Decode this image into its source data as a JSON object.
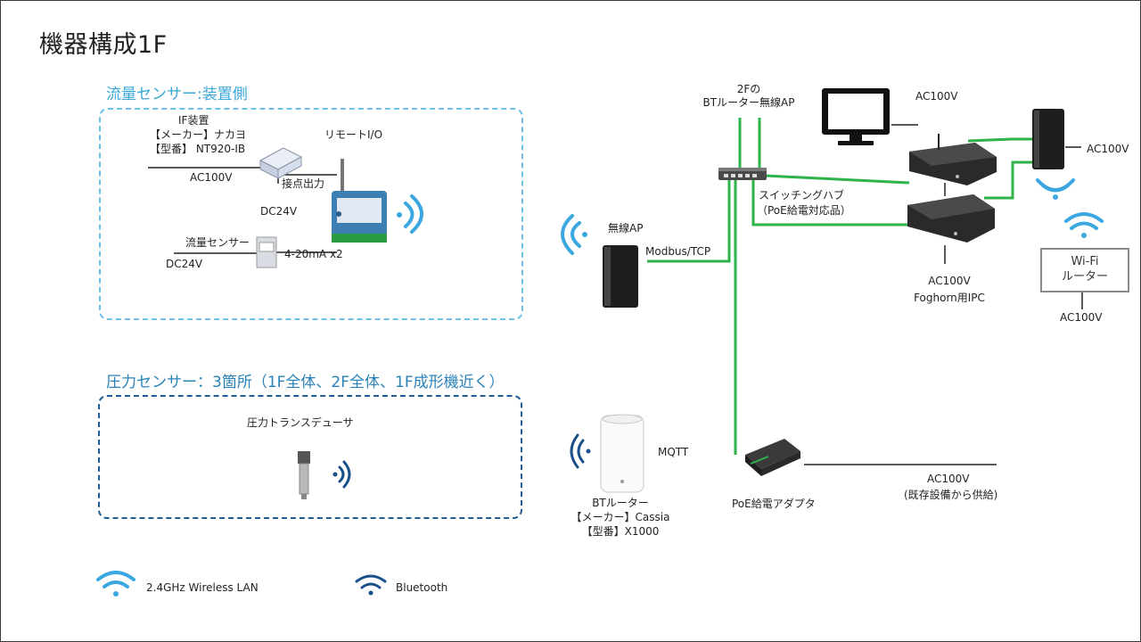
{
  "title": "機器構成1F",
  "section_flow": {
    "heading": "流量センサー:装置側",
    "if_device_title": "IF装置",
    "if_device_maker": "【メーカー】ナカヨ",
    "if_device_model": "【型番】 NT920-IB",
    "ac100v": "AC100V",
    "contact_output": "接点出力",
    "remote_io": "リモートI/O",
    "dc24v_top": "DC24V",
    "flow_sensor": "流量センサー",
    "current_signal": "4-20mA x2",
    "dc24v_bottom": "DC24V"
  },
  "section_pressure": {
    "heading": "圧力センサー：3箇所（1F全体、2F全体、1F成形機近く）",
    "transducer": "圧力トランスデューサ"
  },
  "network": {
    "bt_router_ap_line1": "2Fの",
    "bt_router_ap_line2": "BTルーター無線AP",
    "switching_hub_line1": "スイッチングハブ",
    "switching_hub_line2": "（PoE給電対応品）",
    "wireless_ap": "無線AP",
    "modbus": "Modbus/TCP",
    "ipc_ac100v_top": "AC100V",
    "ipc_ac100v_bottom": "AC100V",
    "ipc_label": "Foghorn用IPC",
    "router_ac100v": "AC100V",
    "wifi_router_line1": "Wi-Fi",
    "wifi_router_line2": "ルーター",
    "wifi_router_ac100v": "AC100V",
    "mqtt": "MQTT",
    "bt_router_line1": "BTルーター",
    "bt_router_line2": "【メーカー】Cassia",
    "bt_router_line3": "【型番】X1000",
    "poe_adapter": "PoE給電アダプタ",
    "poe_ac100v": "AC100V",
    "poe_ac_note": "(既存設備から供給)"
  },
  "legend": {
    "wifi_label": "2.4GHz Wireless LAN",
    "bt_label": "Bluetooth"
  },
  "colors": {
    "ethernet": "#2db34a",
    "wifi": "#3aa7e0",
    "bluetooth": "#1b4f8a"
  }
}
